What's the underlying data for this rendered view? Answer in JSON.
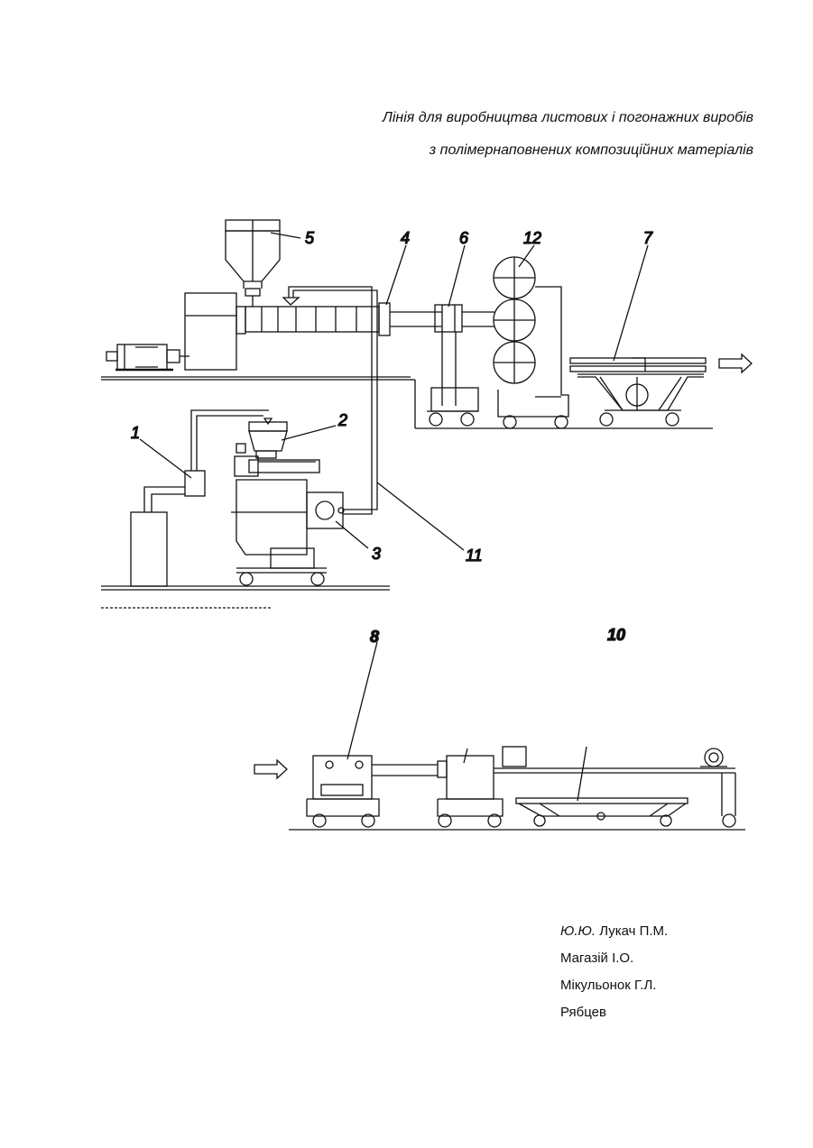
{
  "title": {
    "line1": "Лінія для виробництва листових і погонажних виробів",
    "line2": "з полімернаповнених композиційних матеріалів"
  },
  "labels": {
    "n1": "1",
    "n2": "2",
    "n3": "3",
    "n4": "4",
    "n5": "5",
    "n6": "6",
    "n7": "7",
    "n8": "8",
    "n10": "10",
    "n11": "11",
    "n12": "12"
  },
  "authors": [
    {
      "prefix": "Ю.Ю.",
      "name": "Лукач П.М."
    },
    {
      "prefix": "",
      "name": "Магазій І.О."
    },
    {
      "prefix": "",
      "name": "Мікульонок Г.Л."
    },
    {
      "prefix": "",
      "name": "Рябцев"
    }
  ],
  "colors": {
    "ink": "#111111",
    "background": "#ffffff"
  }
}
